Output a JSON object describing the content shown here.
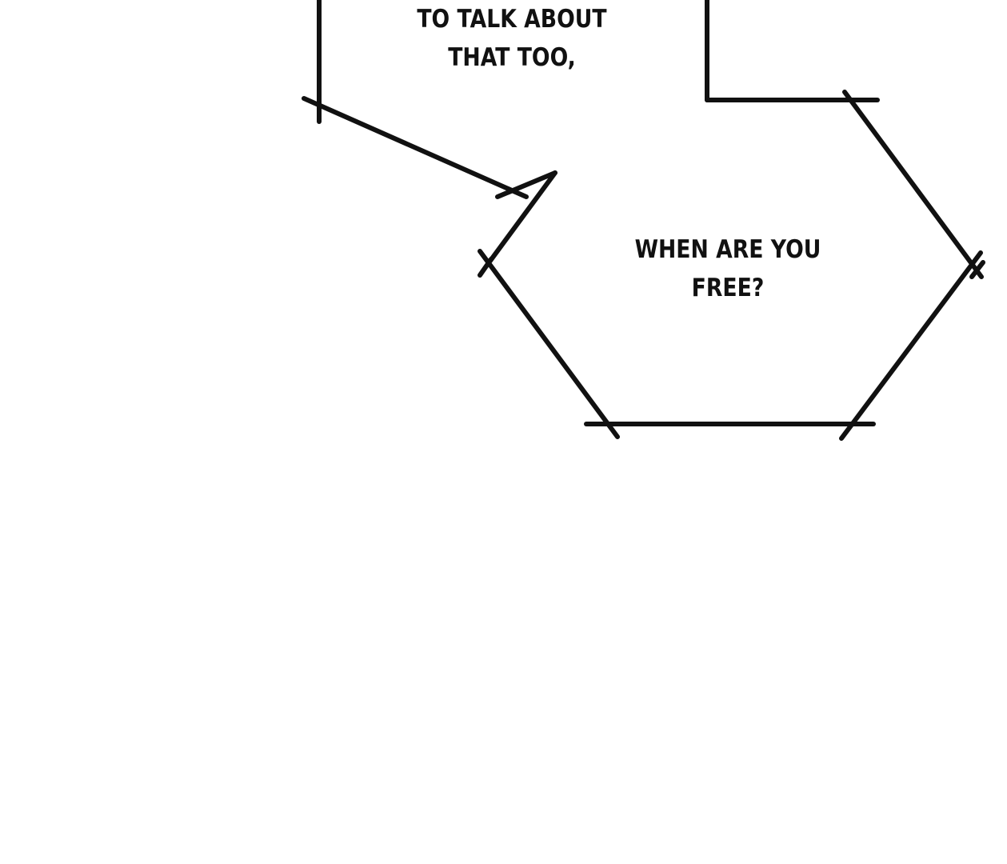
{
  "panel": {
    "background": "#ffffff",
    "ink_color": "#111111"
  },
  "bubble_top": {
    "lines": [
      "TO TALK ABOUT",
      "THAT TOO,"
    ]
  },
  "bubble_hexagon": {
    "lines": [
      "WHEN ARE YOU",
      "FREE?"
    ]
  }
}
